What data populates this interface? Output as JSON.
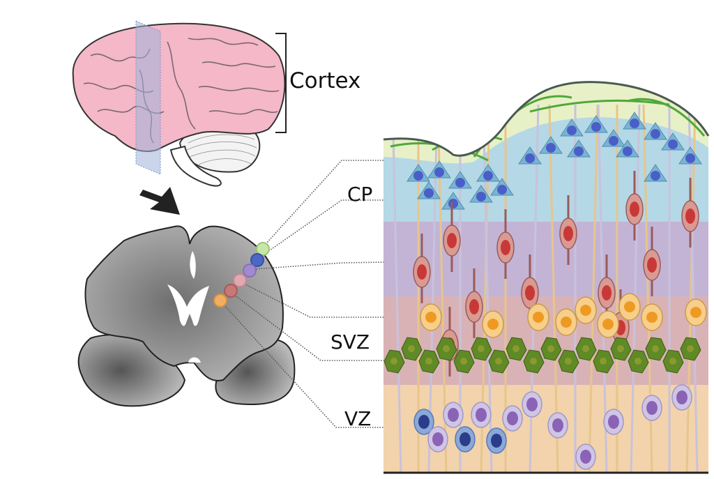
{
  "labels": {
    "cortex": "Cortex",
    "cp": "CP",
    "svz": "SVZ",
    "vz": "VZ"
  },
  "colors": {
    "brain_pink": "#f4b8c8",
    "plane_blue": "#9fb2dd",
    "section_gray": "#a8a8a8",
    "layer_mz": "#e8f0c8",
    "layer_cp": "#b4d8e6",
    "layer_iz": "#c3b4d6",
    "layer_svz": "#d9b2b6",
    "layer_vz": "#f2d3ab",
    "neuron_red": "#c93838",
    "neuron_orange": "#ee9a22",
    "progenitor_green": "#5f8a25",
    "radial_glia_purple": "#8b63b6",
    "cajal_blue": "#4a5ec8",
    "zone_markers": [
      "#c8e6a6",
      "#4b68c6",
      "#a18bd0",
      "#e0a9b2",
      "#c97878",
      "#f0ae62"
    ]
  }
}
